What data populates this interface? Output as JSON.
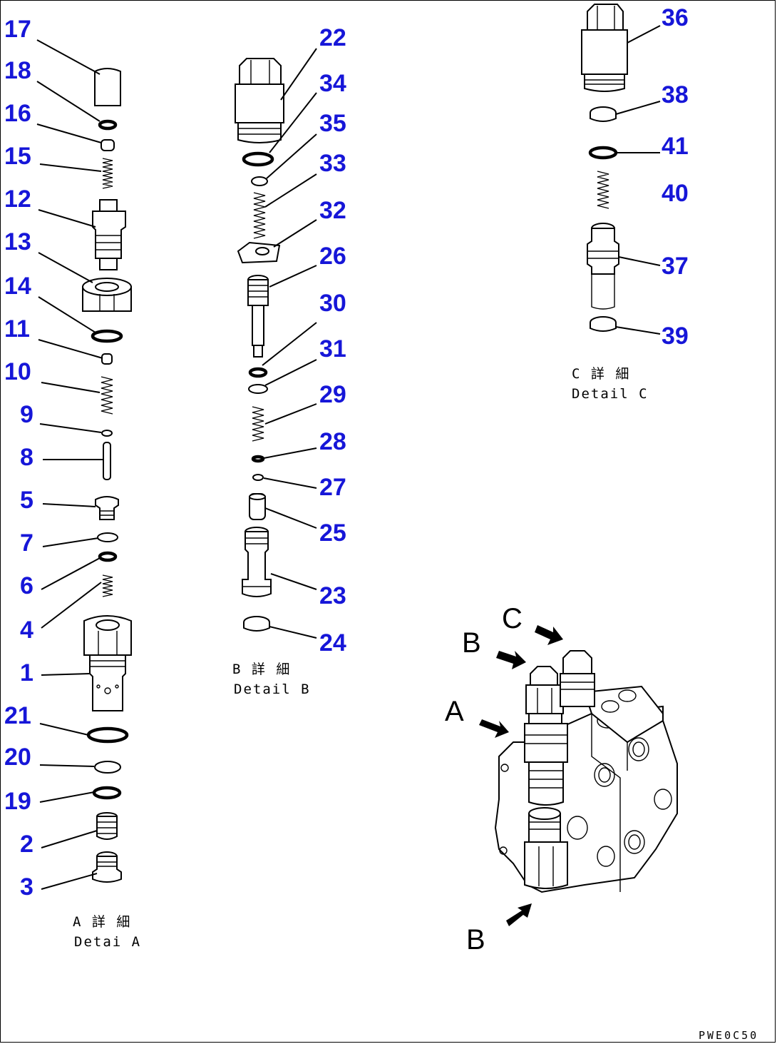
{
  "parts": {
    "p1": "1",
    "p2": "2",
    "p3": "3",
    "p4": "4",
    "p5": "5",
    "p6": "6",
    "p7": "7",
    "p8": "8",
    "p9": "9",
    "p10": "10",
    "p11": "11",
    "p12": "12",
    "p13": "13",
    "p14": "14",
    "p15": "15",
    "p16": "16",
    "p17": "17",
    "p18": "18",
    "p19": "19",
    "p20": "20",
    "p21": "21",
    "p22": "22",
    "p23": "23",
    "p24": "24",
    "p25": "25",
    "p26": "26",
    "p27": "27",
    "p28": "28",
    "p29": "29",
    "p30": "30",
    "p31": "31",
    "p32": "32",
    "p33": "33",
    "p34": "34",
    "p35": "35",
    "p36": "36",
    "p37": "37",
    "p38": "38",
    "p39": "39",
    "p40": "40",
    "p41": "41"
  },
  "details": {
    "a_caption_jp": "A 詳 細",
    "a_caption_en": "Detai A",
    "b_caption_jp": "B 詳 細",
    "b_caption_en": "Detail B",
    "c_caption_jp": "C 詳 細",
    "c_caption_en": "Detail C"
  },
  "view_letters": {
    "a": "A",
    "b_top": "B",
    "b_bottom": "B",
    "c": "C"
  },
  "drawing_number": "PWE0C50",
  "colors": {
    "part_number": "#1616d8",
    "line": "#000000"
  }
}
